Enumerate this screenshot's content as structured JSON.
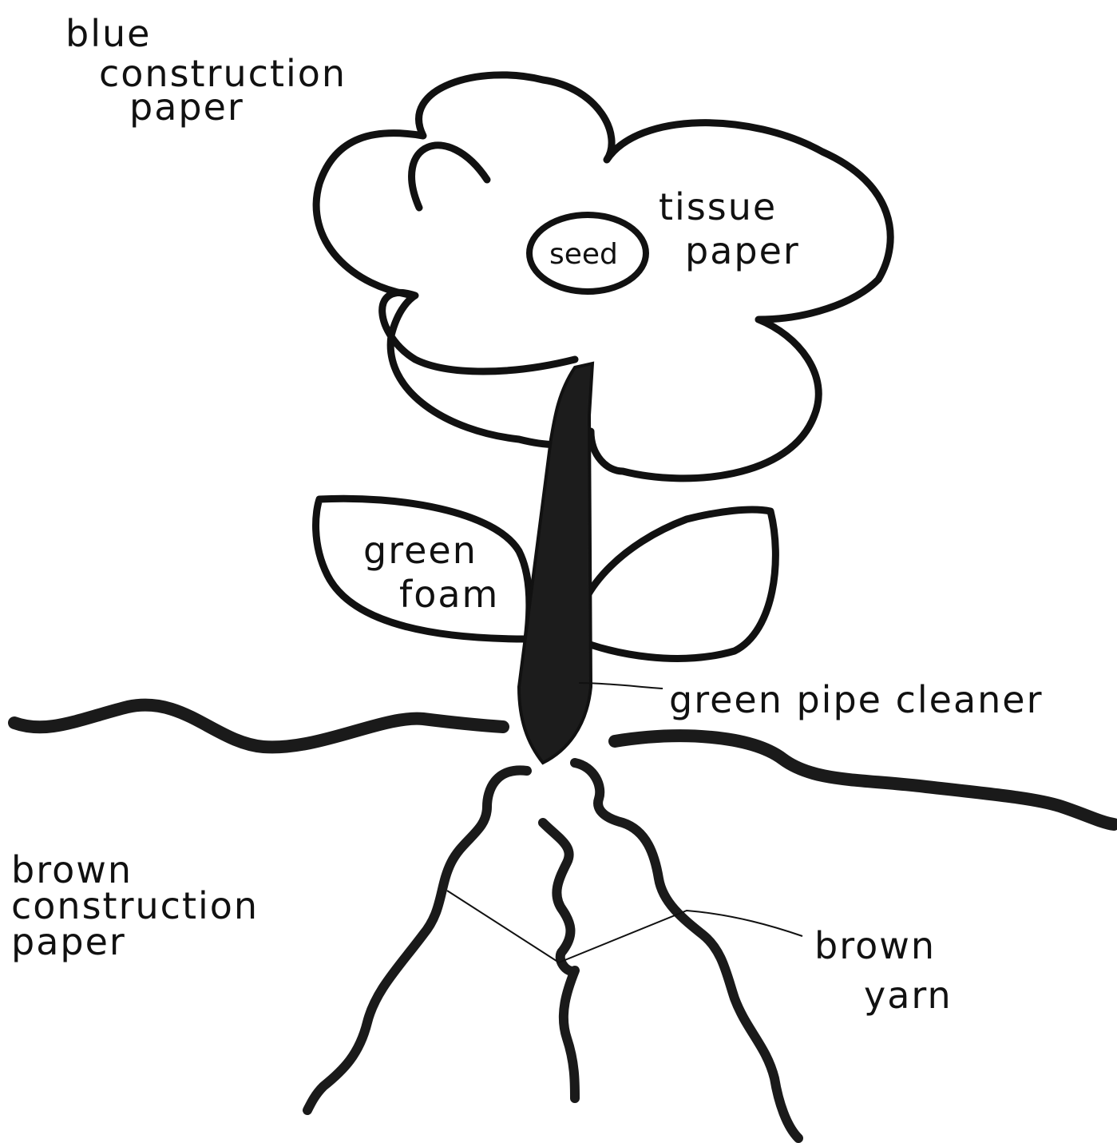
{
  "labels": {
    "background": [
      "blue",
      "construction",
      "paper"
    ],
    "flower": [
      "tissue",
      "paper"
    ],
    "center": "seed",
    "leaf": [
      "green",
      "foam"
    ],
    "stem": "green pipe cleaner",
    "soil": [
      "brown",
      "construction",
      "paper"
    ],
    "roots": [
      "brown",
      "yarn"
    ]
  },
  "colors": {
    "ink": "#111111",
    "paper": "#ffffff"
  }
}
